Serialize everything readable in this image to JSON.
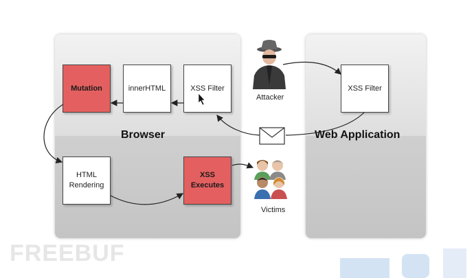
{
  "browser": {
    "title": "Browser",
    "boxes": {
      "mutation": "Mutation",
      "innerhtml": "innerHTML",
      "xss_filter": "XSS Filter",
      "html_rendering": "HTML\nRendering",
      "xss_executes": "XSS\nExecutes"
    }
  },
  "web_application": {
    "title": "Web Application",
    "xss_filter": "XSS Filter"
  },
  "actors": {
    "attacker": "Attacker",
    "victims": "Victims"
  },
  "watermark": "FREEBUF",
  "colors": {
    "highlight_box": "#e46060",
    "panel_top": "#e8e8e8",
    "panel_bottom": "#c8c8c8",
    "accent_blue": "#cfe0f2"
  },
  "icons": [
    "spy-attacker-icon",
    "envelope-icon",
    "victims-group-icon",
    "cursor-icon"
  ]
}
